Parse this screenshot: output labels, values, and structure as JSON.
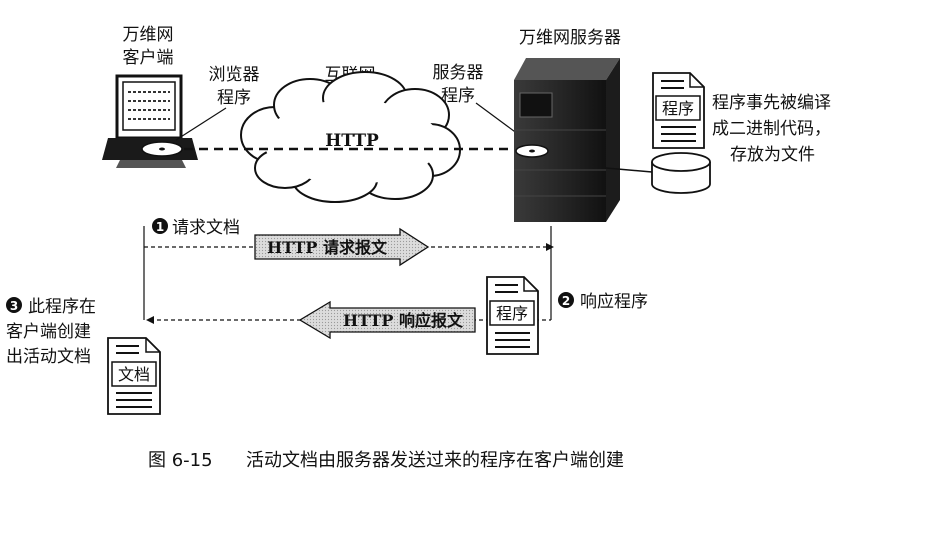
{
  "client": {
    "title_line1": "万维网",
    "title_line2": "客户端",
    "browser_line1": "浏览器",
    "browser_line2": "程序"
  },
  "internet": {
    "label": "互联网",
    "cloud_text": "HTTP"
  },
  "server": {
    "title": "万维网服务器",
    "program_line1": "服务器",
    "program_line2": "程序"
  },
  "server_note": {
    "doc_label": "程序",
    "line1": "程序事先被编译",
    "line2": "成二进制代码，",
    "line3": "存放为文件"
  },
  "step1": {
    "badge": "1",
    "label": "请求文档",
    "message": "HTTP 请求报文"
  },
  "step2": {
    "badge": "2",
    "label": "响应程序",
    "message": "HTTP 响应报文",
    "doc_label": "程序"
  },
  "step3": {
    "badge": "3",
    "line1": "此程序在",
    "line2": "客户端创建",
    "line3": "出活动文档",
    "doc_label": "文档"
  },
  "caption": {
    "number": "图 6-15",
    "text": "活动文档由服务器发送过来的程序在客户端创建"
  }
}
